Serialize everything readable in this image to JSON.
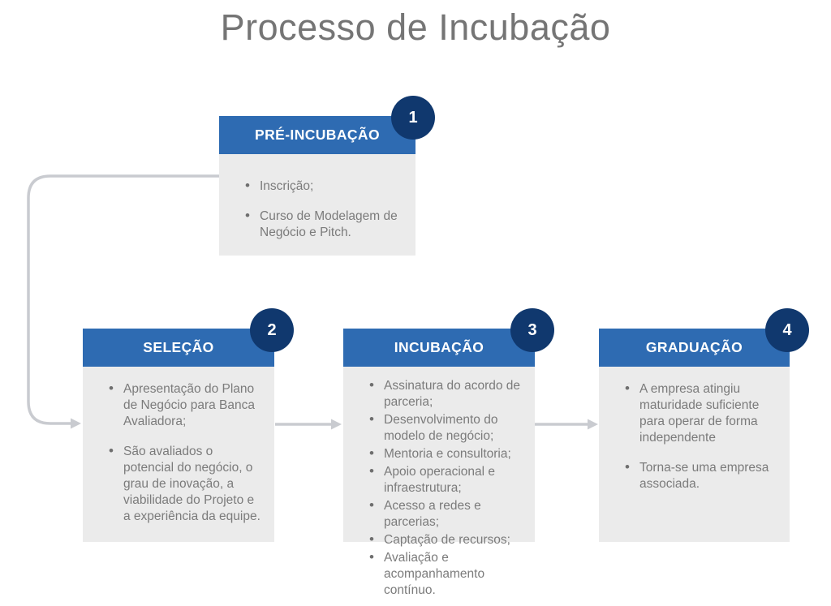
{
  "title": "Processo de Incubação",
  "colors": {
    "header_blue": "#2E6BB2",
    "badge_navy": "#10386E",
    "card_bg": "#EBEBEB",
    "body_text": "#7B7B7B",
    "bullet": "#6F6F6F",
    "title_gray": "#757575",
    "connector": "#C9CBD0"
  },
  "stages": [
    {
      "number": "1",
      "title": "PRÉ-INCUBAÇÃO",
      "items": [
        "Inscrição;",
        "Curso de Modelagem de Negócio e Pitch."
      ]
    },
    {
      "number": "2",
      "title": "SELEÇÃO",
      "items": [
        "Apresentação do Plano de Negócio para Banca Avaliadora;",
        "São avaliados o potencial do negócio, o grau de inovação, a viabilidade do Projeto e a experiência da equipe."
      ]
    },
    {
      "number": "3",
      "title": "INCUBAÇÃO",
      "items": [
        "Assinatura do acordo de parceria;",
        "Desenvolvimento do modelo de negócio;",
        "Mentoria e consultoria;",
        "Apoio operacional e infraestrutura;",
        "Acesso a redes e parcerias;",
        "Captação de recursos;",
        "Avaliação e acompanhamento contínuo."
      ]
    },
    {
      "number": "4",
      "title": "GRADUAÇÃO",
      "items": [
        "A empresa atingiu maturidade suficiente para operar de forma independente",
        "Torna-se uma empresa associada."
      ]
    }
  ]
}
